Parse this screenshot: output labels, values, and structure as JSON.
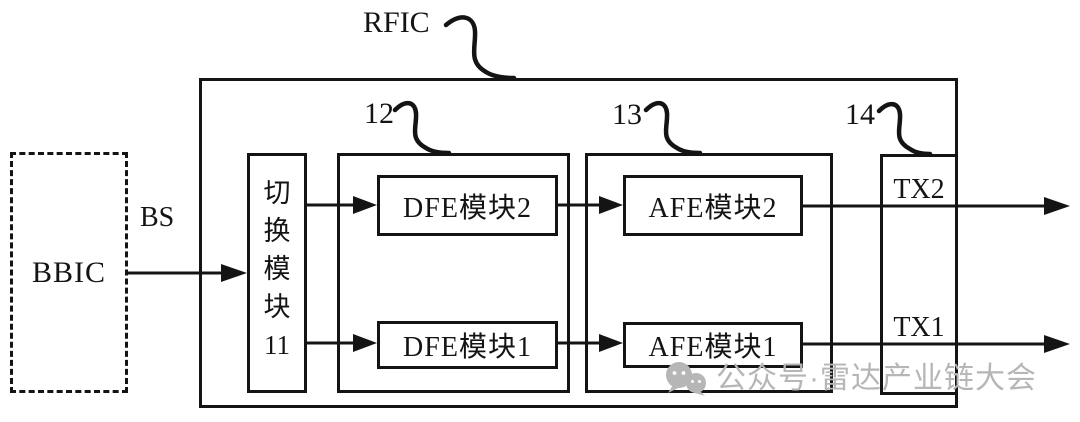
{
  "diagram": {
    "title_chip": "RFIC",
    "colors": {
      "background": "#ffffff",
      "line": "#141414",
      "watermark": "#b6b6b6"
    },
    "labels": {
      "rfic": "RFIC",
      "bbic": "BBIC",
      "bs": "BS",
      "ref12": "12",
      "ref13": "13",
      "ref14": "14",
      "tx2": "TX2",
      "tx1": "TX1"
    },
    "switch_module": {
      "full_name": "切换模块11",
      "lines": [
        "切",
        "换",
        "模",
        "块",
        "11"
      ]
    },
    "modules": {
      "dfe2": "DFE模块2",
      "dfe1": "DFE模块1",
      "afe2": "AFE模块2",
      "afe1": "AFE模块1"
    },
    "connections": [
      {
        "from": "BBIC",
        "to": "切换模块11",
        "label": "BS"
      },
      {
        "from": "切换模块11",
        "to": "DFE模块2"
      },
      {
        "from": "切换模块11",
        "to": "DFE模块1"
      },
      {
        "from": "DFE模块2",
        "to": "AFE模块2"
      },
      {
        "from": "DFE模块1",
        "to": "AFE模块1"
      },
      {
        "from": "AFE模块2",
        "to": "TX2 output"
      },
      {
        "from": "AFE模块1",
        "to": "TX1 output"
      }
    ],
    "watermark": {
      "icon": "wechat-icon",
      "text": "公众号·雷达产业链大会"
    }
  }
}
